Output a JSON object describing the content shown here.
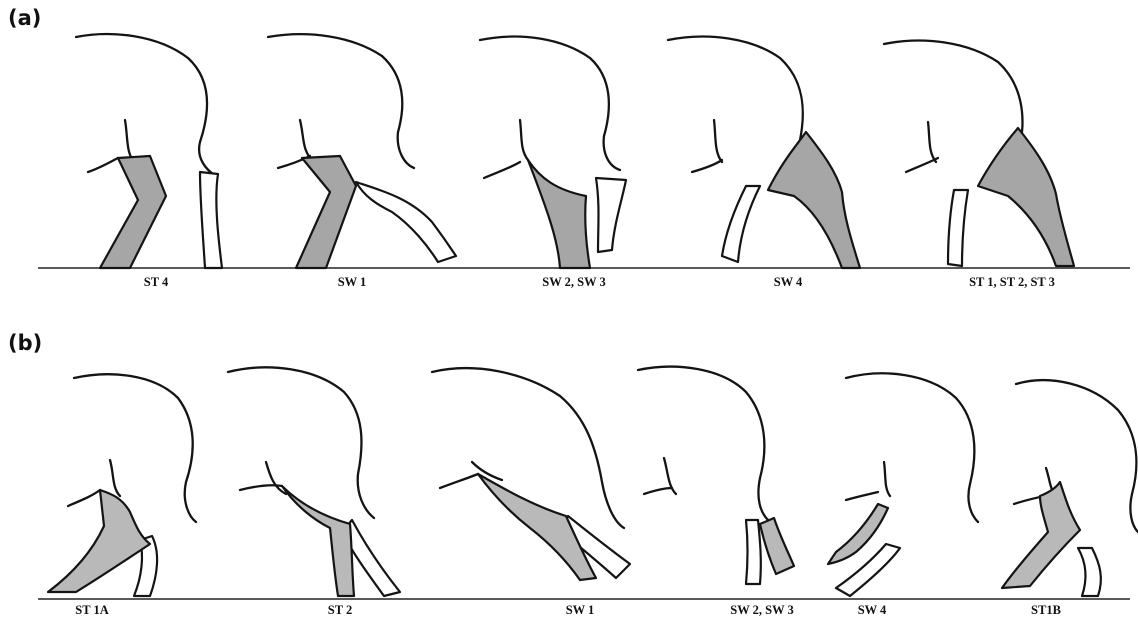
{
  "panels": [
    {
      "label": "(a)",
      "shade": "#a6a6a6",
      "frames": [
        {
          "caption": "ST 4"
        },
        {
          "caption": "SW 1"
        },
        {
          "caption": "SW 2, SW 3"
        },
        {
          "caption": "SW 4"
        },
        {
          "caption": "ST 1, ST 2, ST 3"
        }
      ]
    },
    {
      "label": "(b)",
      "shade": "#b9b9b9",
      "frames": [
        {
          "caption": "ST 1A"
        },
        {
          "caption": "ST 2"
        },
        {
          "caption": "SW 1"
        },
        {
          "caption": "SW 2, SW 3"
        },
        {
          "caption": "SW 4"
        },
        {
          "caption": "ST1B"
        }
      ]
    }
  ]
}
